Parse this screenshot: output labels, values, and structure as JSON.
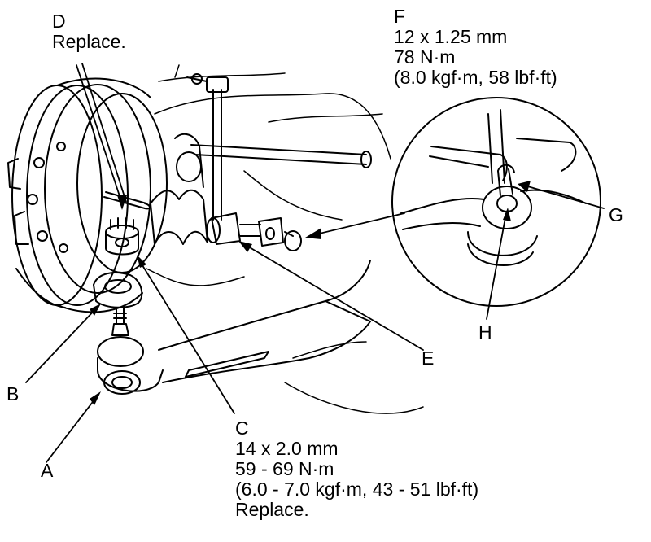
{
  "callouts": {
    "A": {
      "letter": "A"
    },
    "B": {
      "letter": "B"
    },
    "C": {
      "letter": "C",
      "lines": [
        "14 x 2.0 mm",
        "59 - 69 N·m",
        "(6.0 - 7.0 kgf·m, 43 - 51 lbf·ft)",
        "Replace."
      ]
    },
    "D": {
      "letter": "D",
      "lines": [
        "Replace."
      ]
    },
    "E": {
      "letter": "E"
    },
    "F": {
      "letter": "F",
      "lines": [
        "12 x 1.25 mm",
        "78 N·m",
        "(8.0 kgf·m, 58 lbf·ft)"
      ]
    },
    "G": {
      "letter": "G"
    },
    "H": {
      "letter": "H"
    }
  }
}
